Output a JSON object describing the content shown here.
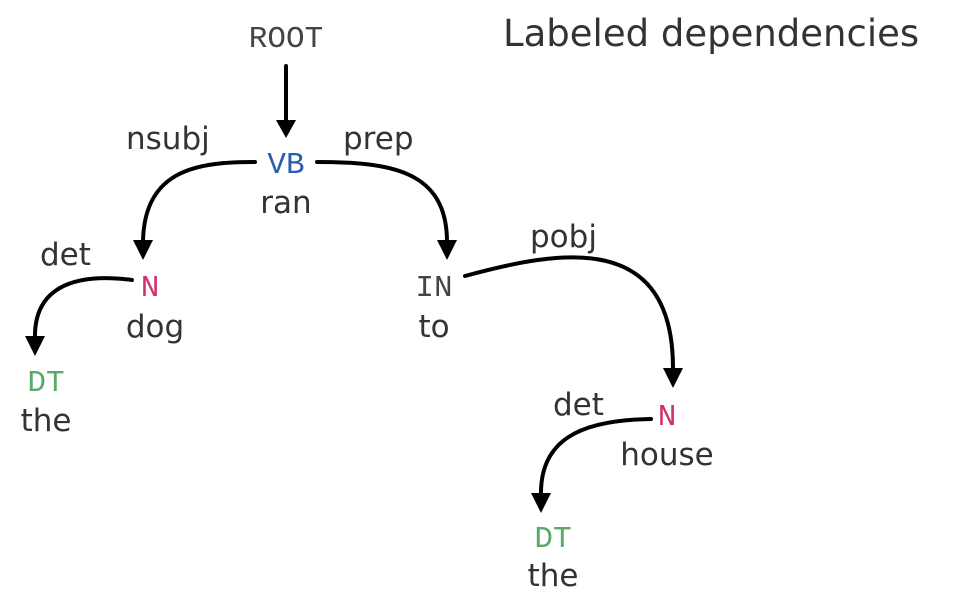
{
  "title": "Labeled dependencies",
  "colors": {
    "VB": "#2a5db0",
    "N": "#d0306f",
    "DT": "#5aa86a",
    "IN": "#444444",
    "ROOT": "#444444",
    "text": "#333333"
  },
  "nodes": {
    "root": {
      "tag": "ROOT",
      "word": ""
    },
    "ran": {
      "tag": "VB",
      "word": "ran"
    },
    "dog": {
      "tag": "N",
      "word": "dog"
    },
    "the1": {
      "tag": "DT",
      "word": "the"
    },
    "to": {
      "tag": "IN",
      "word": "to"
    },
    "house": {
      "tag": "N",
      "word": "house"
    },
    "the2": {
      "tag": "DT",
      "word": "the"
    }
  },
  "edges": {
    "nsubj": {
      "label": "nsubj",
      "from": "ran",
      "to": "dog"
    },
    "prep": {
      "label": "prep",
      "from": "ran",
      "to": "to"
    },
    "det1": {
      "label": "det",
      "from": "dog",
      "to": "the1"
    },
    "pobj": {
      "label": "pobj",
      "from": "to",
      "to": "house"
    },
    "det2": {
      "label": "det",
      "from": "house",
      "to": "the2"
    },
    "root": {
      "label": "",
      "from": "root",
      "to": "ran"
    }
  }
}
